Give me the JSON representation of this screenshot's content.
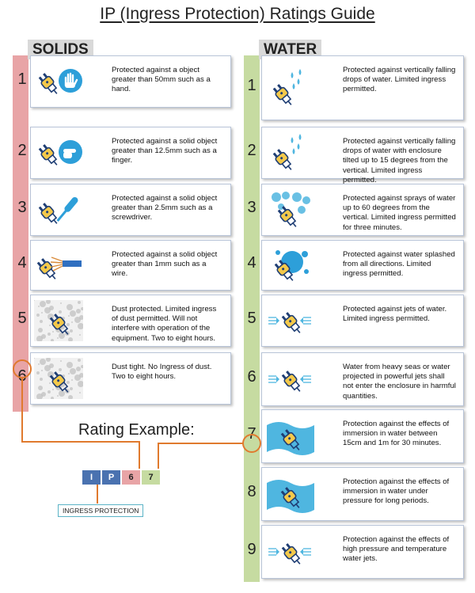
{
  "title": "IP (Ingress Protection) Ratings Guide",
  "solids": {
    "heading": "SOLIDS",
    "color": "#e8a4a6",
    "items": [
      {
        "num": "1",
        "text": "Protected against a object greater than 50mm such as a hand.",
        "icon": "hand-icon"
      },
      {
        "num": "2",
        "text": "Protected against a solid object greater than 12.5mm such as a finger.",
        "icon": "finger-icon"
      },
      {
        "num": "3",
        "text": "Protected against a solid object greater than 2.5mm such as a screwdriver.",
        "icon": "screwdriver-icon"
      },
      {
        "num": "4",
        "text": "Protected against a solid object greater than 1mm such as a wire.",
        "icon": "wire-icon"
      },
      {
        "num": "5",
        "text": "Dust protected. Limited ingress of dust permitted. Will not interfere with operation of the equipment. Two to eight hours.",
        "icon": "dust-icon"
      },
      {
        "num": "6",
        "text": "Dust tight. No Ingress of dust. Two to eight hours.",
        "icon": "dust-icon"
      }
    ]
  },
  "water": {
    "heading": "WATER",
    "color": "#c6dba1",
    "items": [
      {
        "num": "1",
        "text": "Protected against vertically falling drops of water. Limited ingress permitted.",
        "icon": "drops-icon"
      },
      {
        "num": "2",
        "text": "Protected against vertically falling drops of water with enclosure tilted up to 15 degrees from the vertical. Limited ingress permitted.",
        "icon": "drops-icon"
      },
      {
        "num": "3",
        "text": "Protected against sprays of water up to 60 degrees from the vertical. Limited ingress permitted for three minutes.",
        "icon": "spray-icon"
      },
      {
        "num": "4",
        "text": "Protected against water splashed from all directions. Limited ingress permitted.",
        "icon": "splash-icon"
      },
      {
        "num": "5",
        "text": "Protected against jets of water. Limited ingress permitted.",
        "icon": "jet-icon"
      },
      {
        "num": "6",
        "text": "Water from heavy seas or water projected in powerful jets shall not enter the enclosure in harmful quantities.",
        "icon": "jet-icon"
      },
      {
        "num": "7",
        "text": "Protection against the effects of immersion in water between 15cm and 1m for 30 minutes.",
        "icon": "immersion-icon"
      },
      {
        "num": "8",
        "text": "Protection against the effects of immersion in water under pressure for long periods.",
        "icon": "immersion-icon"
      },
      {
        "num": "9",
        "text": "Protection against the effects of high pressure and temperature water jets.",
        "icon": "jet-icon"
      }
    ]
  },
  "example": {
    "label": "Rating Example:",
    "cells": [
      "I",
      "P",
      "6",
      "7"
    ],
    "ingress_label": "INGRESS PROTECTION",
    "connector_color": "#e07a2e",
    "cell_colors": [
      "#4a72b0",
      "#4a72b0",
      "#e8a4a6",
      "#c6dba1"
    ]
  }
}
